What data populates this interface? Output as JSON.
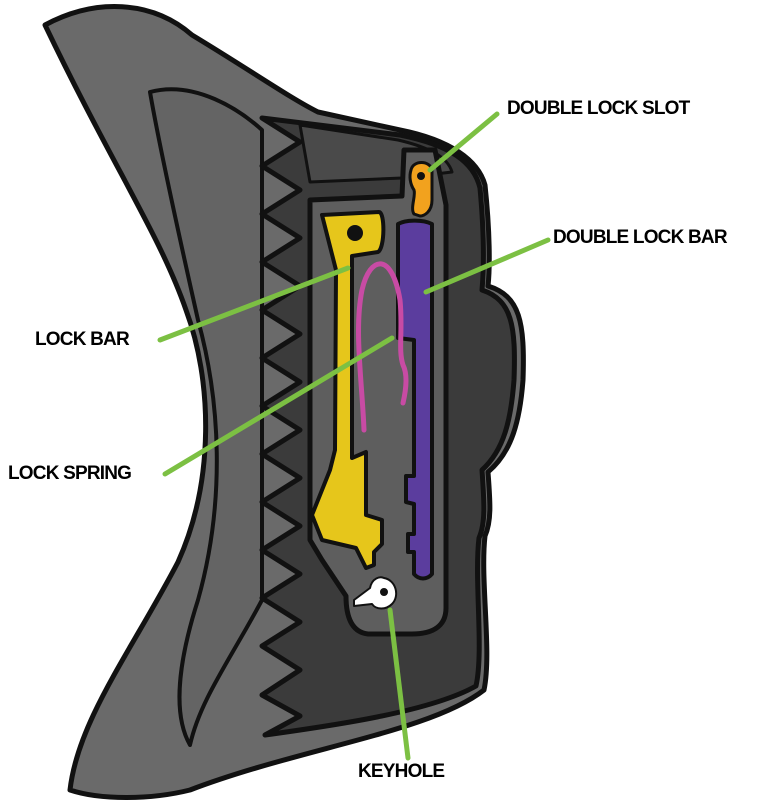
{
  "labels": {
    "double_lock_slot": "DOUBLE LOCK SLOT",
    "double_lock_bar": "DOUBLE LOCK BAR",
    "lock_bar": "LOCK BAR",
    "lock_spring": "LOCK SPRING",
    "keyhole": "KEYHOLE"
  },
  "colors": {
    "outline": "#111111",
    "outer_shell": "#6a6a6a",
    "body": "#3b3b3b",
    "inner_recess": "#5e5e5e",
    "lock_bar": "#e6c61b",
    "lock_spring": "#c84ba4",
    "double_lock_bar": "#5b3d9e",
    "double_lock_slot": "#f2a21e",
    "leader": "#7cc043",
    "keyhole": "#ffffff",
    "text": "#000000"
  }
}
